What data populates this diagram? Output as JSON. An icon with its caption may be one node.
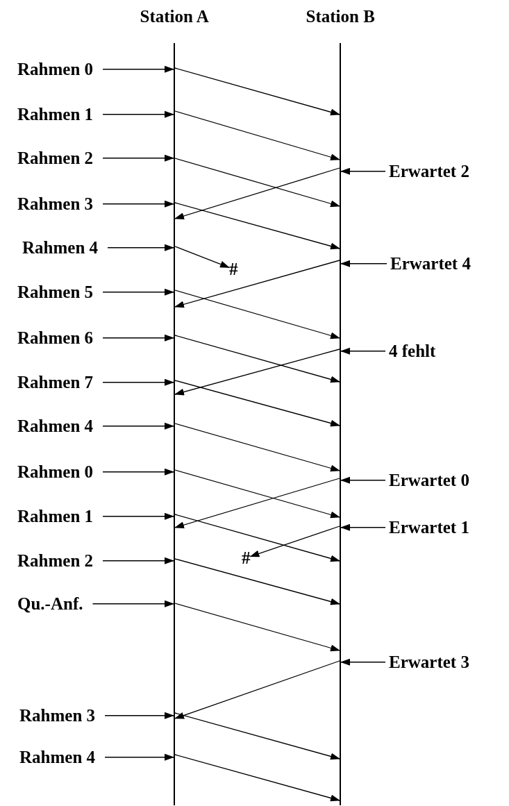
{
  "diagram": {
    "nodes": [
      {
        "text": [],
        "shape": "line"
      },
      {
        "text": [],
        "shape": "line"
      },
      {
        "text": [
          "Rahmen 0"
        ]
      },
      {
        "text": [
          "Rahmen 1"
        ]
      },
      {
        "text": [
          "Rahmen 2"
        ]
      },
      {
        "text": [
          "Erwartet 2"
        ]
      },
      {
        "text": [
          "Rahmen 3"
        ]
      },
      {
        "text": [
          "Rahmen 4"
        ]
      },
      {
        "text": [
          "Erwartet 4"
        ]
      },
      {
        "text": [
          "#"
        ]
      },
      {
        "text": [
          "Rahmen 5"
        ]
      },
      {
        "text": [
          "Rahmen 6"
        ]
      },
      {
        "text": [
          "4 fehlt"
        ]
      },
      {
        "text": [
          "Rahmen 7"
        ]
      },
      {
        "text": [
          "Rahmen 4"
        ]
      },
      {
        "text": [
          "Rahmen 0"
        ]
      },
      {
        "text": [
          "Erwartet 0"
        ]
      },
      {
        "text": [
          "Rahmen 1"
        ]
      },
      {
        "text": [
          "Erwartet 1"
        ]
      },
      {
        "text": [
          "#"
        ]
      },
      {
        "text": [
          "Rahmen 2"
        ]
      },
      {
        "text": [
          "Qu.-Anf."
        ]
      },
      {
        "text": [
          "Erwartet 3"
        ]
      },
      {
        "text": [
          "Rahmen 3"
        ]
      },
      {
        "text": [
          "Rahmen 4"
        ]
      }
    ],
    "edges": [
      {
        "from": 2,
        "to": 0,
        "arrow": "to"
      },
      {
        "from": 0,
        "to": 1,
        "arrow": "to"
      },
      {
        "from": 3,
        "to": 0,
        "arrow": "to"
      },
      {
        "from": 0,
        "to": 1,
        "arrow": "to"
      },
      {
        "from": 4,
        "to": 0,
        "arrow": "to"
      },
      {
        "from": 0,
        "to": 1,
        "arrow": "to"
      },
      {
        "from": 5,
        "to": 1,
        "arrow": "to"
      },
      {
        "from": 1,
        "to": 0,
        "arrow": "to"
      },
      {
        "from": 6,
        "to": 0,
        "arrow": "to"
      },
      {
        "from": 0,
        "to": 1,
        "arrow": "to"
      },
      {
        "from": 7,
        "to": 0,
        "arrow": "to"
      },
      {
        "from": 0,
        "to": 9,
        "arrow": "to"
      },
      {
        "from": 8,
        "to": 1,
        "arrow": "to"
      },
      {
        "from": 1,
        "to": 0,
        "arrow": "to"
      },
      {
        "from": 10,
        "to": 0,
        "arrow": "to"
      },
      {
        "from": 0,
        "to": 1,
        "arrow": "to"
      },
      {
        "from": 11,
        "to": 0,
        "arrow": "to"
      },
      {
        "from": 0,
        "to": 1,
        "arrow": "to"
      },
      {
        "from": 12,
        "to": 1,
        "arrow": "to"
      },
      {
        "from": 1,
        "to": 0,
        "arrow": "to"
      },
      {
        "from": 13,
        "to": 0,
        "arrow": "to"
      },
      {
        "from": 0,
        "to": 1,
        "arrow": "to"
      },
      {
        "from": 14,
        "to": 0,
        "arrow": "to"
      },
      {
        "from": 0,
        "to": 1,
        "arrow": "to"
      },
      {
        "from": 15,
        "to": 0,
        "arrow": "to"
      },
      {
        "from": 0,
        "to": 1,
        "arrow": "to"
      },
      {
        "from": 16,
        "to": 1,
        "arrow": "to"
      },
      {
        "from": 1,
        "to": 0,
        "arrow": "to"
      },
      {
        "from": 17,
        "to": 0,
        "arrow": "to"
      },
      {
        "from": 0,
        "to": 1,
        "arrow": "to"
      },
      {
        "from": 18,
        "to": 1,
        "arrow": "to"
      },
      {
        "from": 1,
        "to": 19,
        "arrow": "to"
      },
      {
        "from": 20,
        "to": 0,
        "arrow": "to"
      },
      {
        "from": 0,
        "to": 1,
        "arrow": "to"
      },
      {
        "from": 21,
        "to": 0,
        "arrow": "to"
      },
      {
        "from": 0,
        "to": 1,
        "arrow": "to"
      },
      {
        "from": 22,
        "to": 1,
        "arrow": "to"
      },
      {
        "from": 1,
        "to": 0,
        "arrow": "to"
      },
      {
        "from": 23,
        "to": 0,
        "arrow": "to"
      },
      {
        "from": 0,
        "to": 1,
        "arrow": "to"
      },
      {
        "from": 24,
        "to": 0,
        "arrow": "to"
      },
      {
        "from": 0,
        "to": 1,
        "arrow": "to"
      }
    ],
    "labels": [
      "Station A",
      "Station B"
    ]
  }
}
